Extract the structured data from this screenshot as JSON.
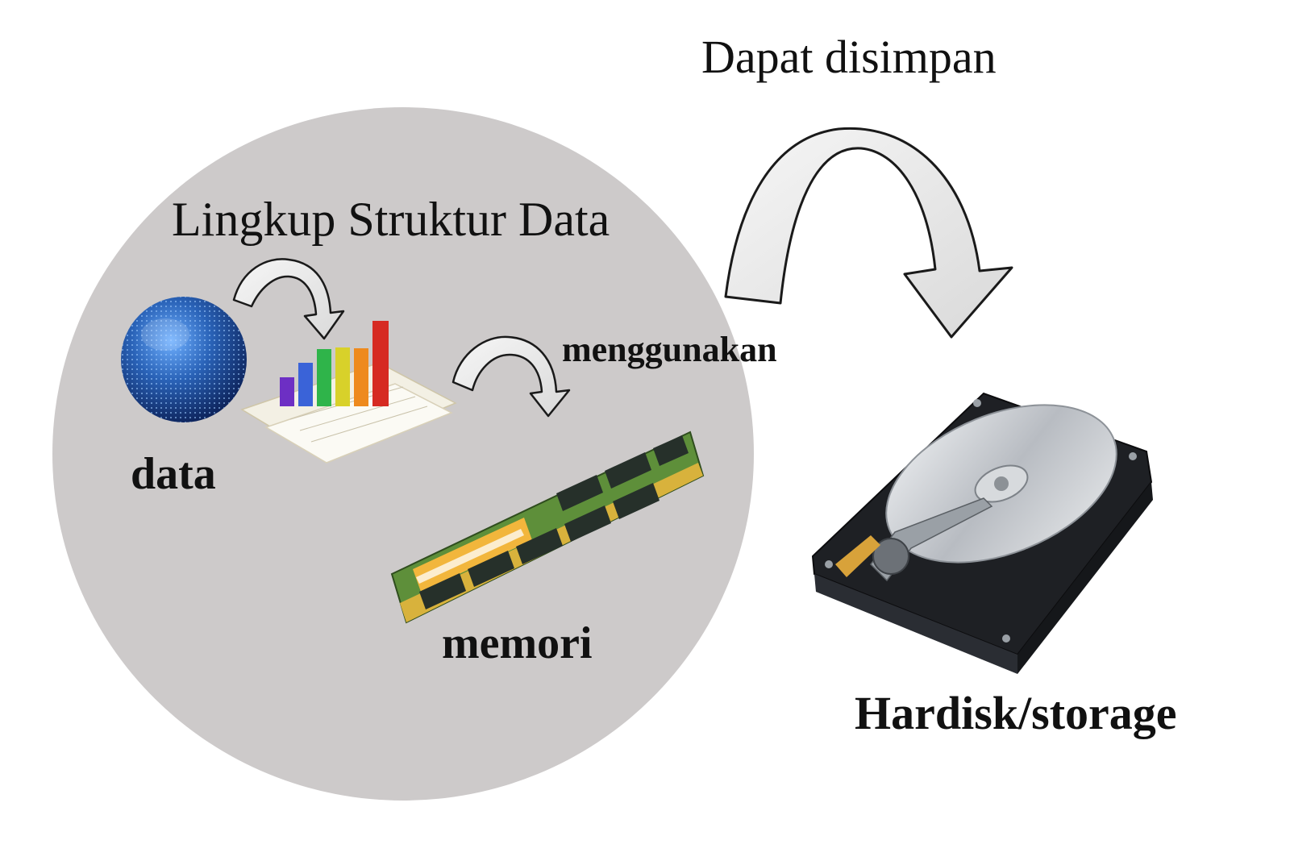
{
  "diagram": {
    "scope_title": "Lingkup Struktur Data",
    "save_label": "Dapat disimpan",
    "data_label": "data",
    "uses_label": "menggunakan",
    "memory_label": "memori",
    "storage_label": "Hardisk/storage"
  },
  "colors": {
    "scope_circle": "#cdcaca",
    "globe": "#2a63b8",
    "arrow_fill": "#ececec",
    "arrow_stroke": "#1a1a1a",
    "ram_board": "#5e8f3a",
    "ram_chip": "#26302a",
    "ram_pins": "#d8b23c",
    "ram_sticker": "#f2b63c",
    "hdd_body": "#1e2024",
    "hdd_platter": "#c9ccd0"
  },
  "icons": {
    "data": "globe-icon",
    "chart": "bar-chart-icon",
    "memory": "ram-module-icon",
    "storage": "hard-disk-icon"
  }
}
